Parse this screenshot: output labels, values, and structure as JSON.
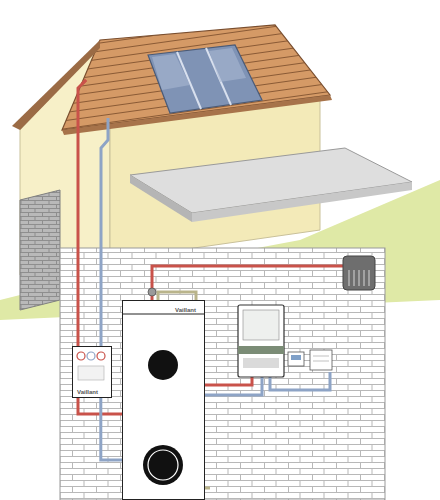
{
  "diagram": {
    "nodes": [
      {
        "text": [
          "Vaillant"
        ]
      },
      {
        "text": [
          "Vaillant"
        ]
      }
    ],
    "edges": [
      {
        "from": 0,
        "to": 1,
        "arrow": "none"
      },
      {
        "from": 0,
        "to": 1,
        "arrow": "none"
      }
    ]
  }
}
